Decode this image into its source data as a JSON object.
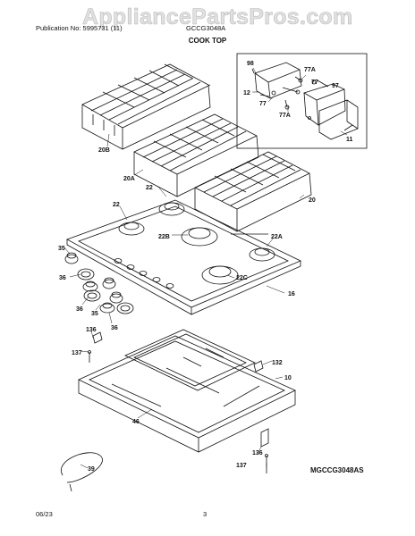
{
  "header": {
    "publication": "Publication No: 5995731 (11)",
    "model": "GCCG3048A",
    "watermark": "AppliancePartsPros.com",
    "title": "COOK TOP"
  },
  "diagram_code": "MGCCG3048AS",
  "footer": {
    "date": "06/23",
    "page": "3"
  },
  "callouts": {
    "c98": "98",
    "c77A_1": "77A",
    "c77_1": "77",
    "c97": "97",
    "c12": "12",
    "c77_2": "77",
    "c77A_2": "77A",
    "c11": "11",
    "c20B": "20B",
    "c20A": "20A",
    "c22_top": "22",
    "c22_left": "22",
    "c20": "20",
    "c22B": "22B",
    "c22A": "22A",
    "c22C": "22C",
    "c35_a": "35",
    "c36_a": "36",
    "c36_b": "36",
    "c35_b": "35",
    "c36_c": "36",
    "c16": "16",
    "c136_a": "136",
    "c137_a": "137",
    "c132": "132",
    "c10": "10",
    "c46": "46",
    "c39": "39",
    "c136_b": "136",
    "c137_b": "137"
  }
}
